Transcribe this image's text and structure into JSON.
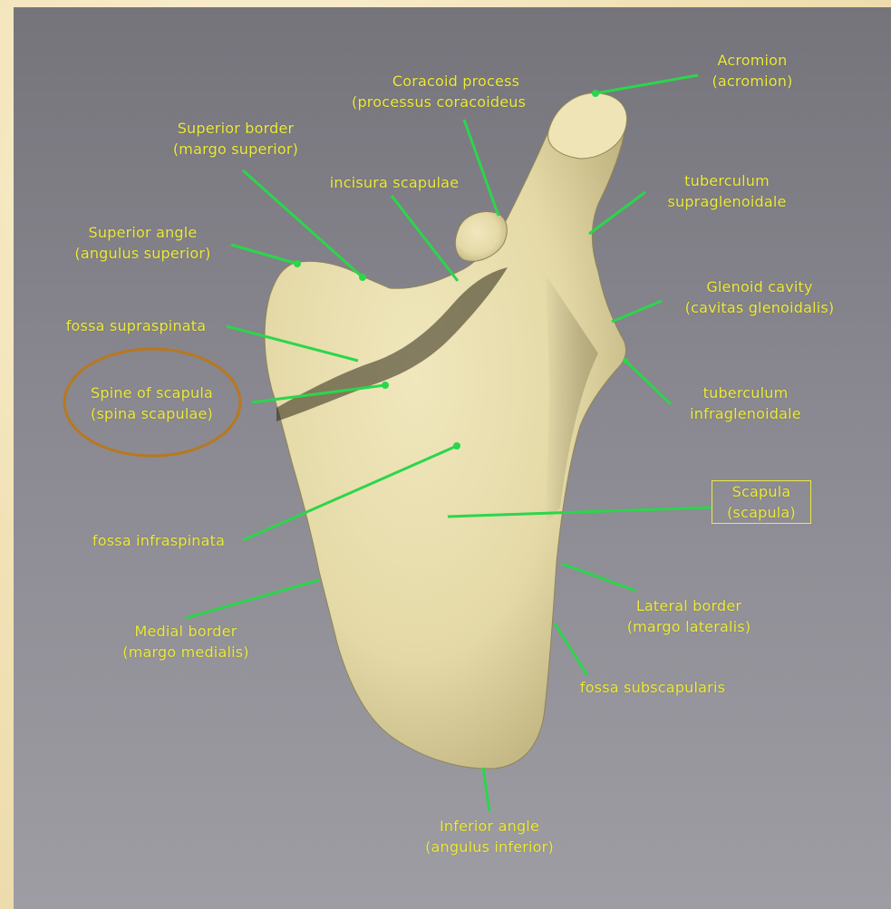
{
  "labels": {
    "acromion": {
      "line1": "Acromion",
      "line2": "(acromion)"
    },
    "coracoid": {
      "line1": "Coracoid process",
      "line2": "(processus coracoideus"
    },
    "superior_border": {
      "line1": "Superior border",
      "line2": "(margo superior)"
    },
    "incisura": {
      "line1": "incisura scapulae"
    },
    "tub_supra": {
      "line1": "tuberculum",
      "line2": "supraglenoidale"
    },
    "superior_angle": {
      "line1": "Superior angle",
      "line2": "(angulus superior)"
    },
    "glenoid": {
      "line1": "Glenoid cavity",
      "line2": "(cavitas glenoidalis)"
    },
    "fossa_supra": {
      "line1": "fossa supraspinata"
    },
    "spine": {
      "line1": "Spine of scapula",
      "line2": "(spina scapulae)"
    },
    "tub_infra": {
      "line1": "tuberculum",
      "line2": "infraglenoidale"
    },
    "scapula": {
      "line1": "Scapula",
      "line2": "(scapula)"
    },
    "fossa_infra": {
      "line1": "fossa infraspinata"
    },
    "lateral_border": {
      "line1": "Lateral border",
      "line2": "(margo lateralis)"
    },
    "medial_border": {
      "line1": "Medial border",
      "line2": "(margo medialis)"
    },
    "fossa_subscap": {
      "line1": "fossa subscapularis"
    },
    "inferior_angle": {
      "line1": "Inferior angle",
      "line2": "(angulus inferior)"
    }
  },
  "colors": {
    "label_text": "#ecec3a",
    "leader_line": "#2bd64b",
    "highlight_ellipse": "#b87820",
    "bone": "#e6dcaa",
    "background_top": "#76747b",
    "background_bottom": "#9f9da4"
  }
}
